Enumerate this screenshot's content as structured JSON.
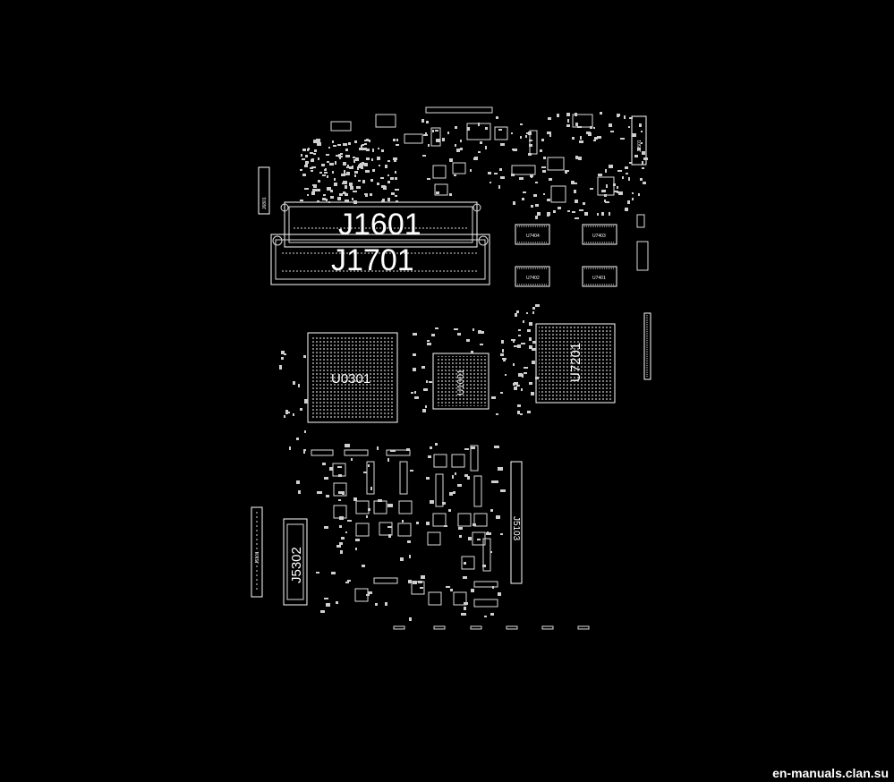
{
  "connectors": {
    "j1601": "J1601",
    "j1701": "J1701",
    "j6801": "J6801",
    "j4501": "J4501",
    "j5101": "J5101",
    "j5302": "J5302",
    "j5103": "J5103"
  },
  "chips": {
    "u0301": "U0301",
    "u1001": "U1001",
    "u7201": "U7201",
    "u7404": "U7404",
    "u7403": "U7403",
    "u7402": "U7402",
    "u7401": "U7401"
  },
  "watermark": "en-manuals.clan.su"
}
